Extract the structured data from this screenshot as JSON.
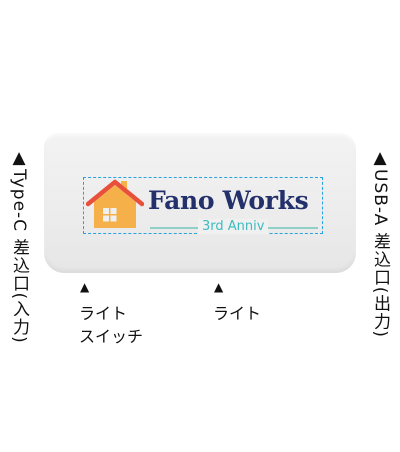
{
  "product": {
    "brand_name": "Fano Works",
    "subtitle": "3rd Anniv",
    "colors": {
      "brand_navy": "#23306b",
      "subtitle_teal": "#3cbcc0",
      "print_area_border": "#29a3e0",
      "house_roof": "#e8503c",
      "house_body": "#f5b04a",
      "house_window": "#f0f0f0"
    },
    "logo_icon": "house-icon"
  },
  "labels": {
    "left_port": "▲Type-C 差込口(入力)",
    "right_port": "▲USB-A 差込口(出力)",
    "light_switch_arrow": "▲",
    "light_switch_line1": "ライト",
    "light_switch_line2": "スイッチ",
    "light_arrow": "▲",
    "light_text": "ライト"
  }
}
